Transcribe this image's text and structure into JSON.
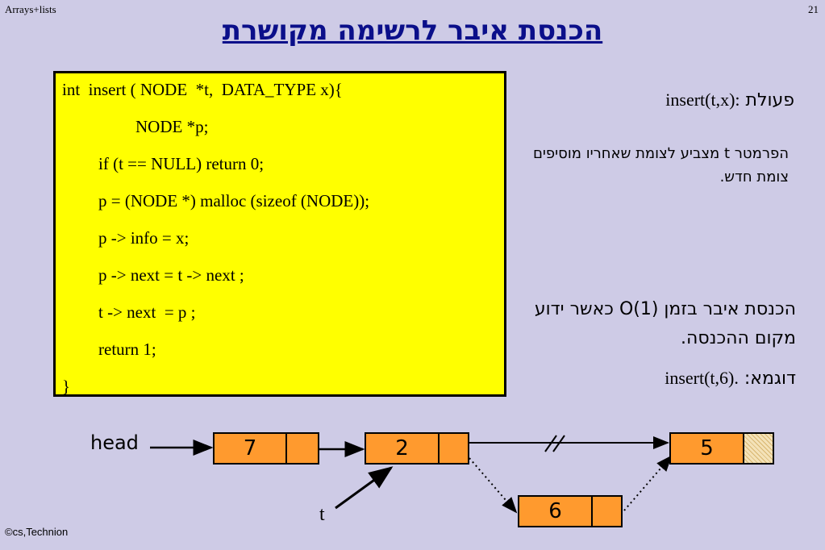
{
  "header": {
    "left": "Arrays+lists",
    "page_number": "21"
  },
  "title": "הכנסת איבר לרשימה מקושרת",
  "code_lines": [
    "int  insert ( NODE  *t,  DATA_TYPE x){",
    "NODE *p;",
    "if (t == NULL) return 0;",
    "p = (NODE *) malloc (sizeof (NODE));",
    "p -> info = x;",
    "p -> next = t -> next ;",
    "t -> next  = p ;",
    "return 1;",
    "}"
  ],
  "operation": {
    "label": "פעולת",
    "signature": "insert(t,x):"
  },
  "param_text": "הפרמטר t מצביע לצומת שאחריו מוסיפים צומת חדש.",
  "complexity_text": "הכנסת איבר בזמן O(1) כאשר ידוע מקום ההכנסה.",
  "example": {
    "label": "דוגמא:",
    "call": "insert(t,6)."
  },
  "diagram": {
    "head_label": "head",
    "t_label": "t",
    "nodes": [
      {
        "value": "7"
      },
      {
        "value": "2"
      },
      {
        "value": "5"
      },
      {
        "value": "6"
      }
    ]
  },
  "footer": "©cs,Technion"
}
